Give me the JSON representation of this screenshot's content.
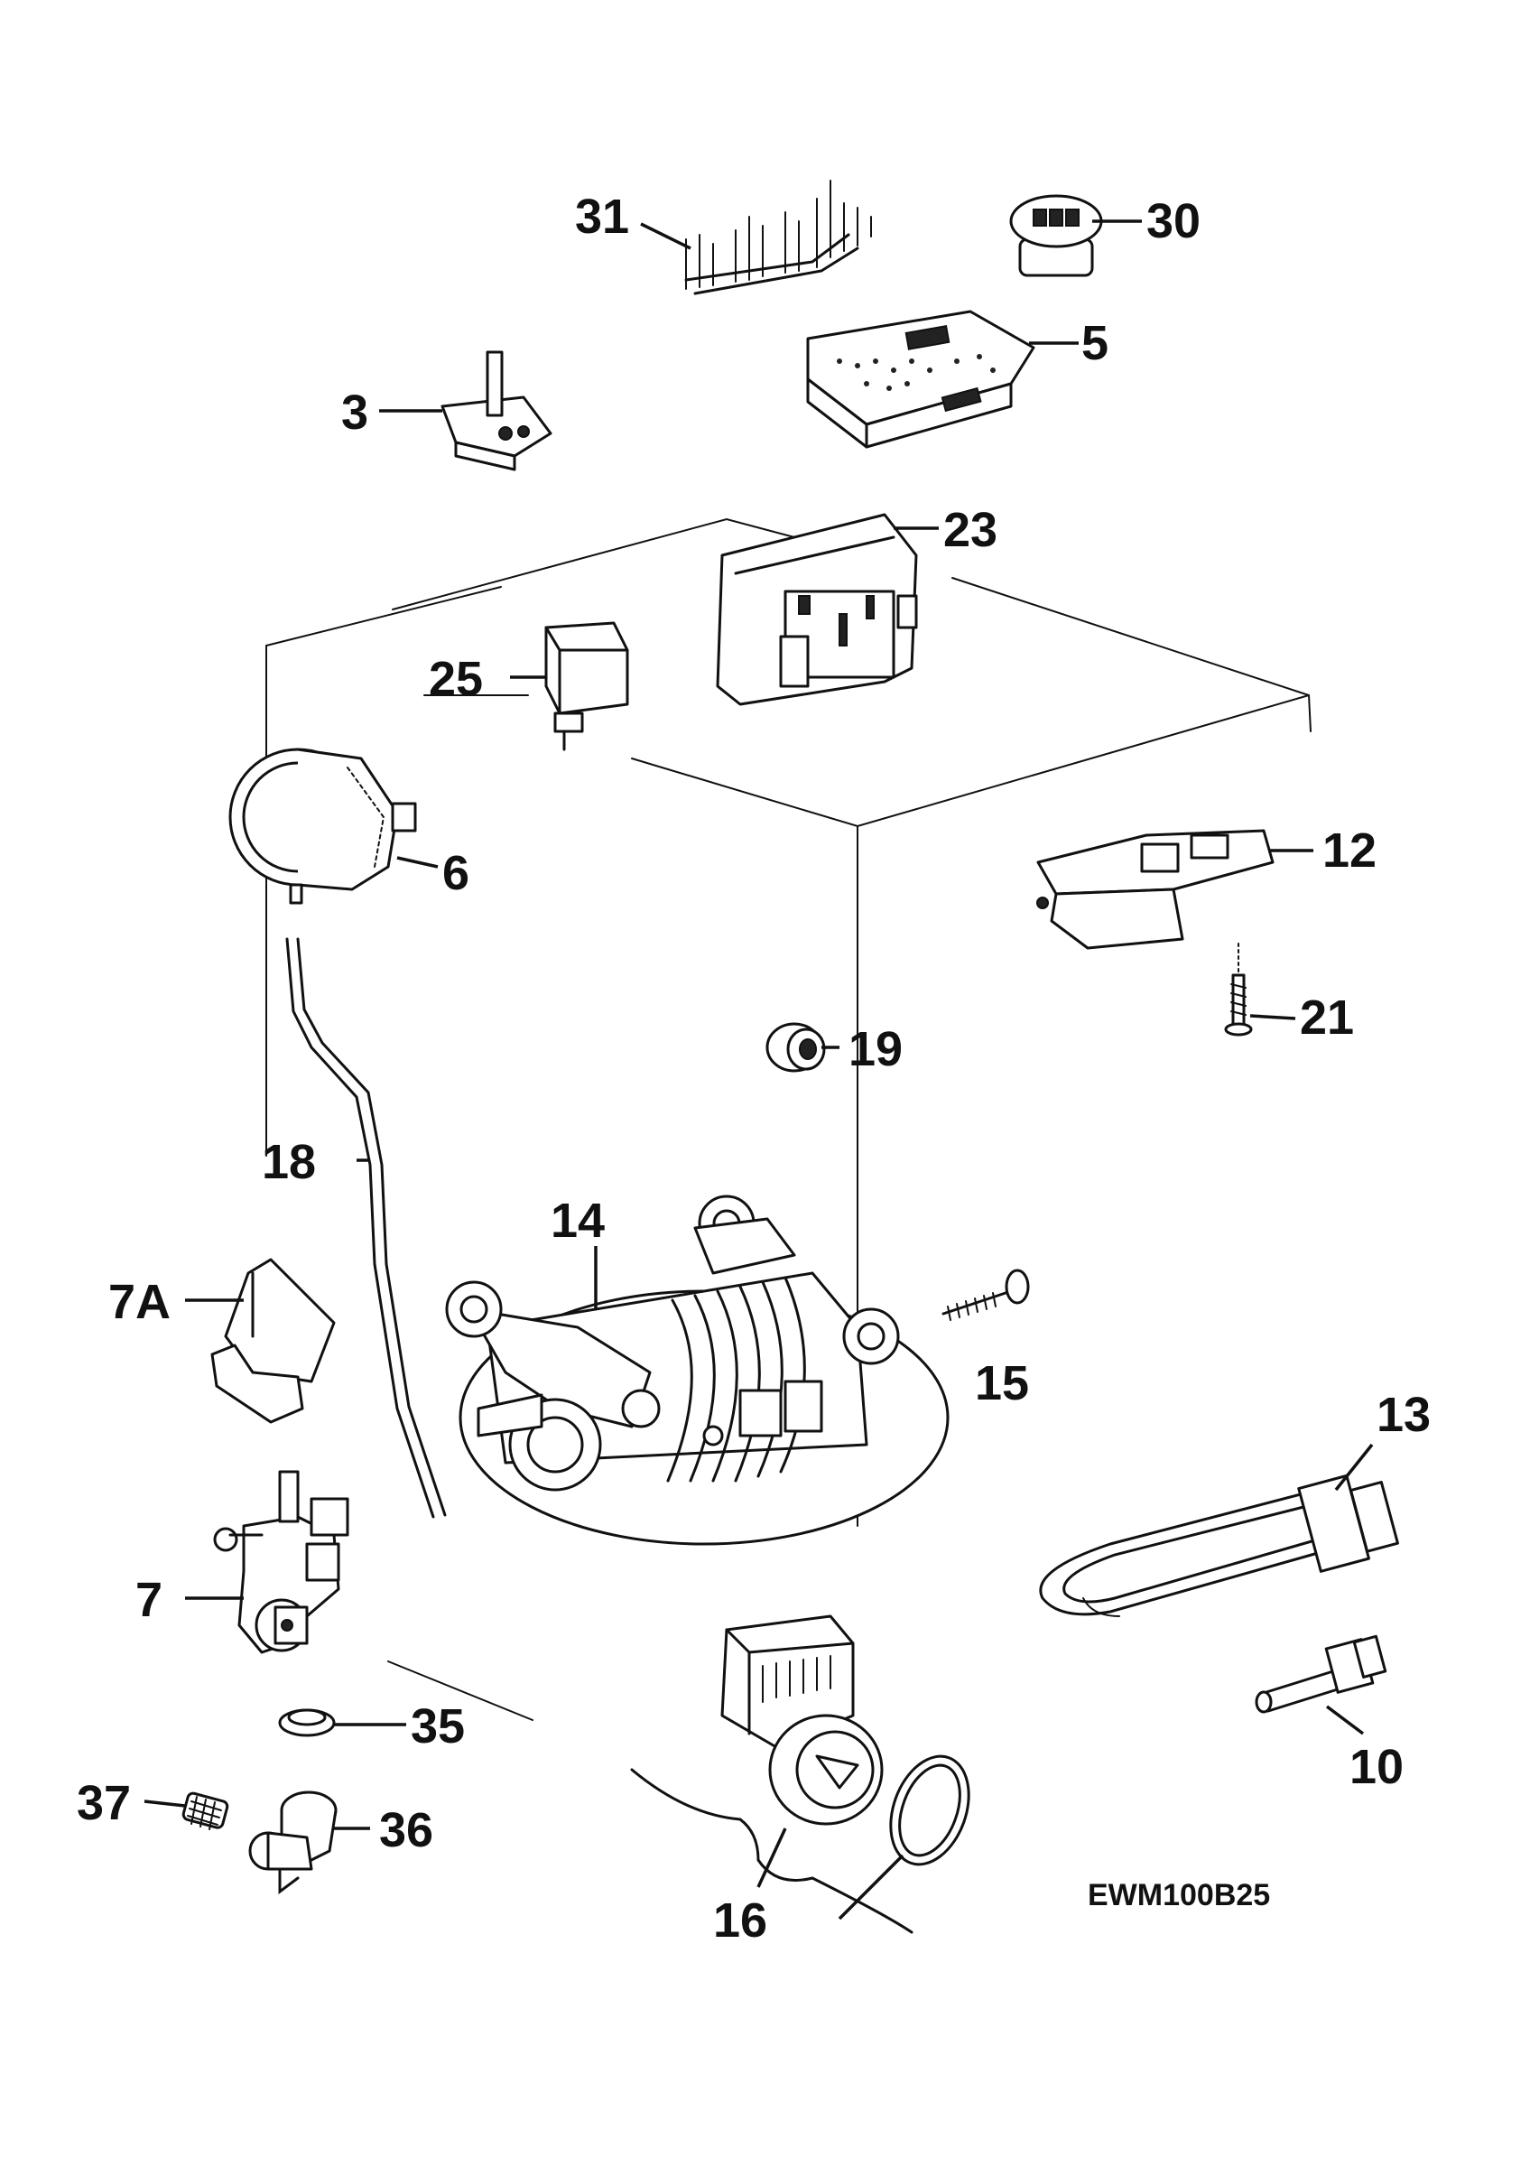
{
  "diagram": {
    "model_code": "EWM100B25",
    "callouts": {
      "p31": "31",
      "p30": "30",
      "p5": "5",
      "p3": "3",
      "p23": "23",
      "p25": "25",
      "p6": "6",
      "p12": "12",
      "p21": "21",
      "p19": "19",
      "p18": "18",
      "p14": "14",
      "p7A": "7A",
      "p15": "15",
      "p13": "13",
      "p7": "7",
      "p35": "35",
      "p10": "10",
      "p37": "37",
      "p36": "36",
      "p16": "16"
    }
  }
}
